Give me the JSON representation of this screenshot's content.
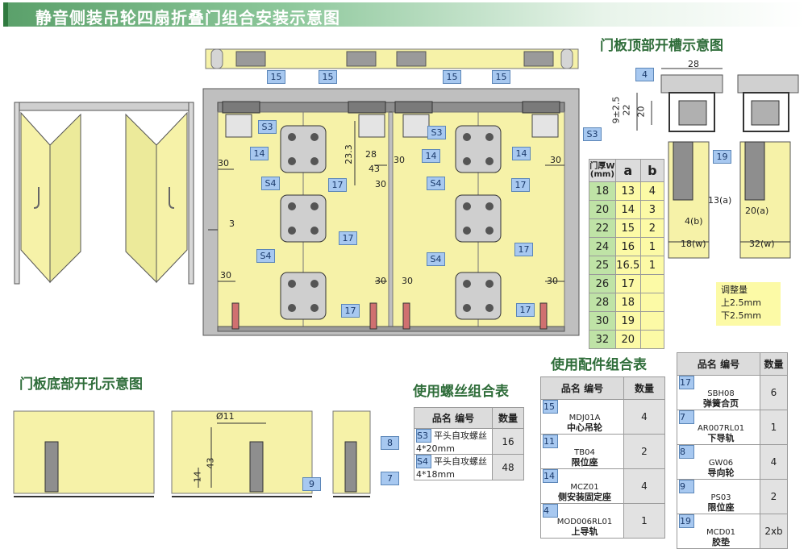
{
  "title": "静音侧装吊轮四扇折叠门组合安装示意图",
  "headings": {
    "top_groove": "门板顶部开槽示意图",
    "bottom_hole": "门板底部开孔示意图",
    "screws_table": "使用螺丝组合表",
    "parts_table": "使用配件组合表"
  },
  "callouts": {
    "c15": "15",
    "c14": "14",
    "c17": "17",
    "s3": "S3",
    "s4": "S4",
    "c4": "4",
    "c19": "19",
    "c9": "9",
    "c8": "8",
    "c7": "7"
  },
  "dims": {
    "d30": "30",
    "d3": "3",
    "d23_3": "23.3",
    "d28": "28",
    "d43": "43",
    "d9_2_5": "9±2.5",
    "d22": "22",
    "d20": "20",
    "d13a": "13(a)",
    "d4b": "4(b)",
    "d18w": "18(w)",
    "d20a": "20(a)",
    "d32w": "32(w)",
    "d11": "Ø11",
    "d14": "14"
  },
  "adjust_note": [
    "调整量",
    "上2.5mm",
    "下2.5mm"
  ],
  "thickness_table": {
    "headers": [
      "门厚W\n(mm)",
      "a",
      "b"
    ],
    "rows": [
      [
        "18",
        "13",
        "4"
      ],
      [
        "20",
        "14",
        "3"
      ],
      [
        "22",
        "15",
        "2"
      ],
      [
        "24",
        "16",
        "1"
      ],
      [
        "25",
        "16.5",
        "1"
      ],
      [
        "26",
        "17",
        ""
      ],
      [
        "28",
        "18",
        ""
      ],
      [
        "30",
        "19",
        ""
      ],
      [
        "32",
        "20",
        ""
      ]
    ]
  },
  "screws_table": {
    "headers": [
      "品名  编号",
      "数量"
    ],
    "rows": [
      {
        "id": "S3",
        "name": "平头自攻螺丝 4*20mm",
        "qty": "16"
      },
      {
        "id": "S4",
        "name": "平头自攻螺丝 4*18mm",
        "qty": "48"
      }
    ]
  },
  "parts_table_1": {
    "headers": [
      "品名  编号",
      "数量"
    ],
    "rows": [
      {
        "id": "15",
        "code": "MDJ01A",
        "name": "中心吊轮",
        "qty": "4"
      },
      {
        "id": "11",
        "code": "TB04",
        "name": "限位座",
        "qty": "2"
      },
      {
        "id": "14",
        "code": "MCZ01",
        "name": "侧安装固定座",
        "qty": "4"
      },
      {
        "id": "4",
        "code": "MOD006RL01",
        "name": "上导轨",
        "qty": "1"
      }
    ]
  },
  "parts_table_2": {
    "headers": [
      "品名  编号",
      "数量"
    ],
    "rows": [
      {
        "id": "17",
        "code": "SBH08",
        "name": "弹簧合页",
        "qty": "6"
      },
      {
        "id": "7",
        "code": "AR007RL01",
        "name": "下导轨",
        "qty": "1"
      },
      {
        "id": "8",
        "code": "GW06",
        "name": "导向轮",
        "qty": "4"
      },
      {
        "id": "9",
        "code": "PS03",
        "name": "限位座",
        "qty": "2"
      },
      {
        "id": "19",
        "code": "MCD01",
        "name": "胶垫",
        "qty": "2xb"
      }
    ]
  },
  "colors": {
    "door": "#f6f2a8",
    "frame": "#c9c9c9",
    "callout": "#a7c8f0",
    "header_green": "#5aa06a"
  }
}
